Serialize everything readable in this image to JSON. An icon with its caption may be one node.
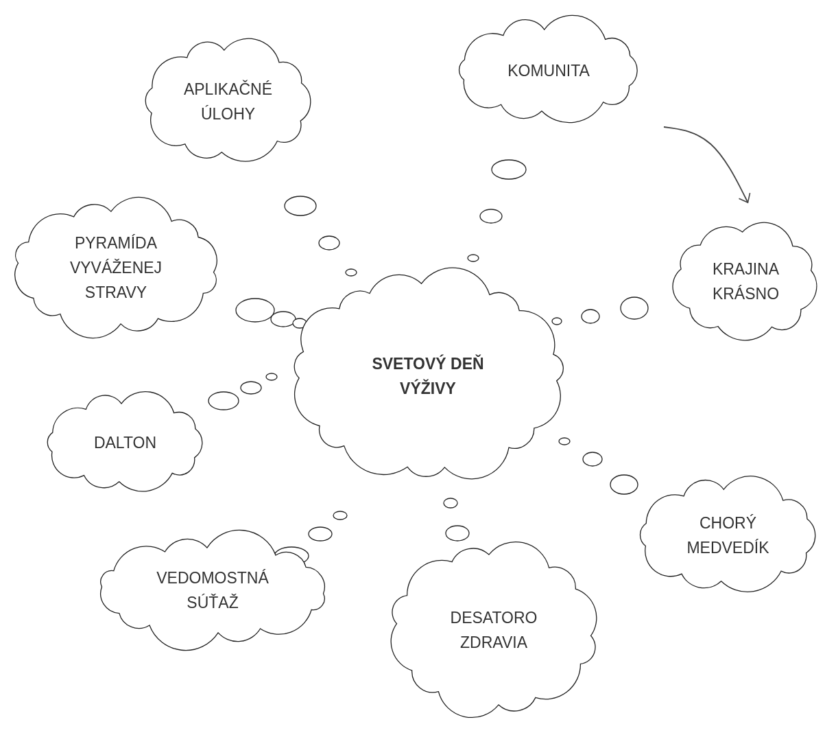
{
  "diagram": {
    "nodes": [
      {
        "text": [
          "SVETOVÝ DEŇ VÝŽIVY"
        ]
      },
      {
        "text": [
          "APLIKAČNÉ ÚLOHY"
        ]
      },
      {
        "text": [
          "KOMUNITA"
        ]
      },
      {
        "text": [
          "PYRAMÍDA VYVÁŽENEJ STRAVY"
        ]
      },
      {
        "text": [
          "KRAJINA KRÁSNO"
        ]
      },
      {
        "text": [
          "DALTON"
        ]
      },
      {
        "text": [
          "CHORÝ MEDVEDÍK"
        ]
      },
      {
        "text": [
          "VEDOMOSTNÁ SÚŤAŽ"
        ]
      },
      {
        "text": [
          "DESATORO ZDRAVIA"
        ]
      }
    ],
    "edges": [
      {
        "from": null,
        "to": 4,
        "arrow": "to"
      }
    ]
  }
}
